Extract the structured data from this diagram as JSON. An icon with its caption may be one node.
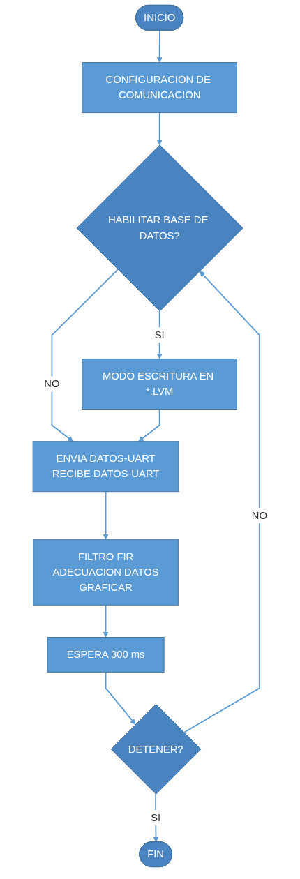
{
  "diagram": {
    "nodes": [
      {
        "text": [
          "INICIO"
        ]
      },
      {
        "text": [
          "CONFIGURACION DE COMUNICACION"
        ]
      },
      {
        "text": [
          "HABILITAR BASE DE DATOS?"
        ]
      },
      {
        "text": [
          "MODO ESCRITURA EN *.LVM"
        ]
      },
      {
        "text": [
          "ENVIA DATOS-UART",
          "RECIBE DATOS-UART"
        ]
      },
      {
        "text": [
          "FILTRO FIR",
          "ADECUACION DATOS",
          "GRAFICAR"
        ]
      },
      {
        "text": [
          "ESPERA 300 ms"
        ]
      },
      {
        "text": [
          "DETENER?"
        ]
      },
      {
        "text": [
          "FIN"
        ]
      }
    ],
    "edges": [
      {
        "from": 0,
        "to": 1,
        "arrow": "to"
      },
      {
        "from": 1,
        "to": 2,
        "arrow": "to"
      },
      {
        "from": 2,
        "to": 3,
        "arrow": "to",
        "label": "SI"
      },
      {
        "from": 2,
        "to": 4,
        "arrow": "to",
        "label": "NO"
      },
      {
        "from": 3,
        "to": 4,
        "arrow": "to"
      },
      {
        "from": 4,
        "to": 5,
        "arrow": "to"
      },
      {
        "from": 5,
        "to": 6,
        "arrow": "to"
      },
      {
        "from": 6,
        "to": 7,
        "arrow": "to"
      },
      {
        "from": 7,
        "to": 8,
        "arrow": "to",
        "label": "SI"
      },
      {
        "from": 7,
        "to": 2,
        "arrow": "to",
        "label": "NO"
      }
    ]
  }
}
